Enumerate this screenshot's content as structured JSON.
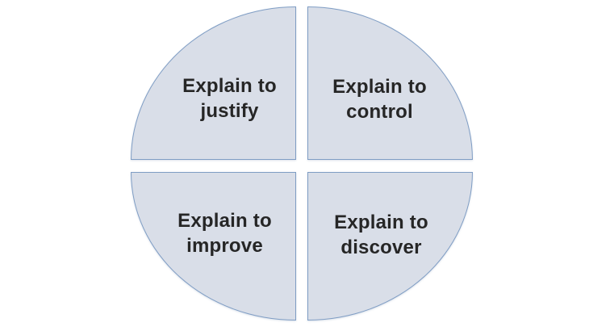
{
  "quadrants": [
    {
      "position": "top-left",
      "label": "Explain to justify",
      "line1": "Explain to",
      "line2": "justify"
    },
    {
      "position": "top-right",
      "label": "Explain to control",
      "line1": "Explain to",
      "line2": "control"
    },
    {
      "position": "bottom-left",
      "label": "Explain to improve",
      "line1": "Explain to",
      "line2": "improve"
    },
    {
      "position": "bottom-right",
      "label": "Explain to discover",
      "line1": "Explain to",
      "line2": "discover"
    }
  ],
  "colors": {
    "background": "#ffffff",
    "quadrant_fill": "#d9dee8",
    "quadrant_border": "#7f9dc4",
    "label_text": "#262626"
  }
}
